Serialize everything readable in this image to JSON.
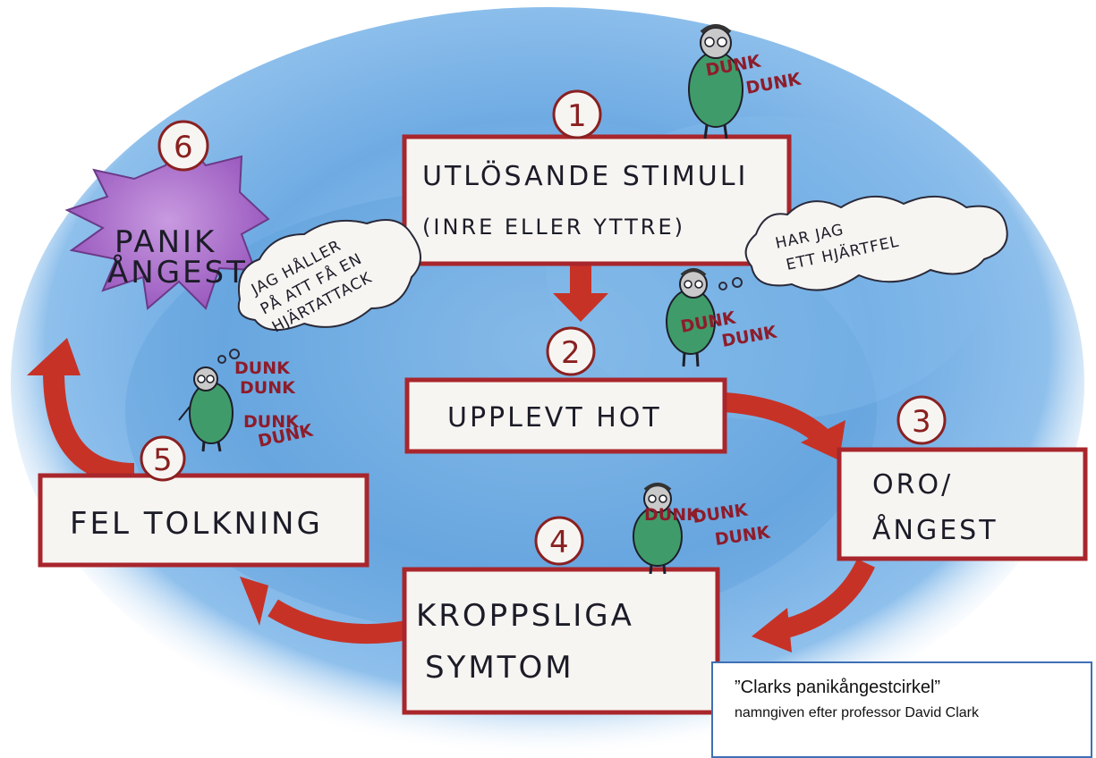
{
  "steps": [
    {
      "number": "1",
      "line1": "UTLÖSANDE STIMULI",
      "line2": "(INRE ELLER YTTRE)"
    },
    {
      "number": "2",
      "line1": "UPPLEVT HOT"
    },
    {
      "number": "3",
      "line1": "ORO/",
      "line2": "ÅNGEST"
    },
    {
      "number": "4",
      "line1": "KROPPSLIGA",
      "line2": "SYMTOM"
    },
    {
      "number": "5",
      "line1": "FEL TOLKNING"
    },
    {
      "number": "6",
      "line1": "PANIK",
      "line2": "ÅNGEST"
    }
  ],
  "thoughts": {
    "heart_defect": {
      "line1": "HAR JAG",
      "line2": "ETT HJÄRTFEL"
    },
    "heart_attack": {
      "line1": "JAG HÅLLER",
      "line2": "PÅ ATT FÅ EN",
      "line3": "HJÄRTATTACK"
    }
  },
  "sounds": {
    "top": [
      "DUNK",
      "DUNK"
    ],
    "middle": [
      "DUNK",
      "DUNK"
    ],
    "left": [
      "DUNK",
      "DUNK",
      "DUNK",
      "DUNK"
    ],
    "bottom": [
      "DUNK",
      "DUNK",
      "DUNK"
    ]
  },
  "caption": {
    "title": "”Clarks panikångestcirkel”",
    "subtitle": "namngiven efter professor David Clark"
  },
  "colors": {
    "water": "#7cb3e6",
    "box_border": "#a8262c",
    "arrow": "#c73226",
    "panic_burst": "#b07ad0",
    "figure_body": "#3f9c6a",
    "caption_border": "#3f6fb5"
  }
}
